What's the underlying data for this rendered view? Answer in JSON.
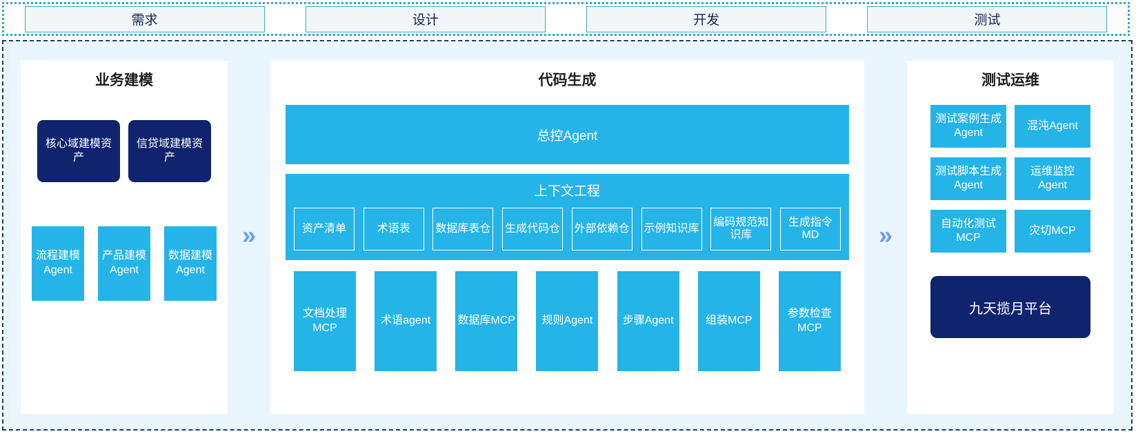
{
  "phases": {
    "items": [
      {
        "label": "需求"
      },
      {
        "label": "设计"
      },
      {
        "label": "开发"
      },
      {
        "label": "测试"
      }
    ]
  },
  "separators": {
    "glyph": "»"
  },
  "left_panel": {
    "title": "业务建模",
    "assets": [
      {
        "label": "核心域建模资产"
      },
      {
        "label": "信贷域建模资产"
      }
    ],
    "agents": [
      {
        "label": "流程建模Agent"
      },
      {
        "label": "产品建模Agent"
      },
      {
        "label": "数据建模Agent"
      }
    ]
  },
  "center_panel": {
    "title": "代码生成",
    "master_agent": "总控Agent",
    "context": {
      "title": "上下文工程",
      "items": [
        {
          "label": "资产清单"
        },
        {
          "label": "术语表"
        },
        {
          "label": "数据库表仓"
        },
        {
          "label": "生成代码仓"
        },
        {
          "label": "外部依赖仓"
        },
        {
          "label": "示例知识库"
        },
        {
          "label": "编码规范知识库"
        },
        {
          "label": "生成指令MD"
        }
      ]
    },
    "tools": [
      {
        "label": "文档处理MCP"
      },
      {
        "label": "术语agent"
      },
      {
        "label": "数据库MCP"
      },
      {
        "label": "规则Agent"
      },
      {
        "label": "步骤Agent"
      },
      {
        "label": "组装MCP"
      },
      {
        "label": "参数检查MCP"
      }
    ]
  },
  "right_panel": {
    "title": "测试运维",
    "items": [
      {
        "label": "测试案例生成Agent"
      },
      {
        "label": "混沌Agent"
      },
      {
        "label": "测试脚本生成Agent"
      },
      {
        "label": "运维监控Agent"
      },
      {
        "label": "自动化测试MCP"
      },
      {
        "label": "灾切MCP"
      }
    ],
    "platform": "九天揽月平台"
  },
  "colors": {
    "accent_blue": "#25b4e8",
    "navy": "#10246e",
    "chevron": "#6e9bf0",
    "area_bg": "#e9f6fe",
    "phase_border": "#3da9cf"
  }
}
